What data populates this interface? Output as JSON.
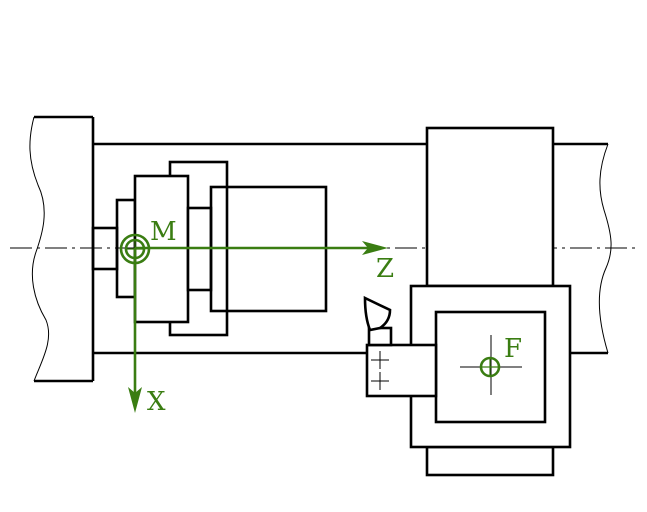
{
  "labels": {
    "machine_origin": "M",
    "tool_reference": "F",
    "axis_z": "Z",
    "axis_x": "X"
  },
  "colors": {
    "line": "#000000",
    "accent": "#3a7d12",
    "background": "#ffffff"
  }
}
